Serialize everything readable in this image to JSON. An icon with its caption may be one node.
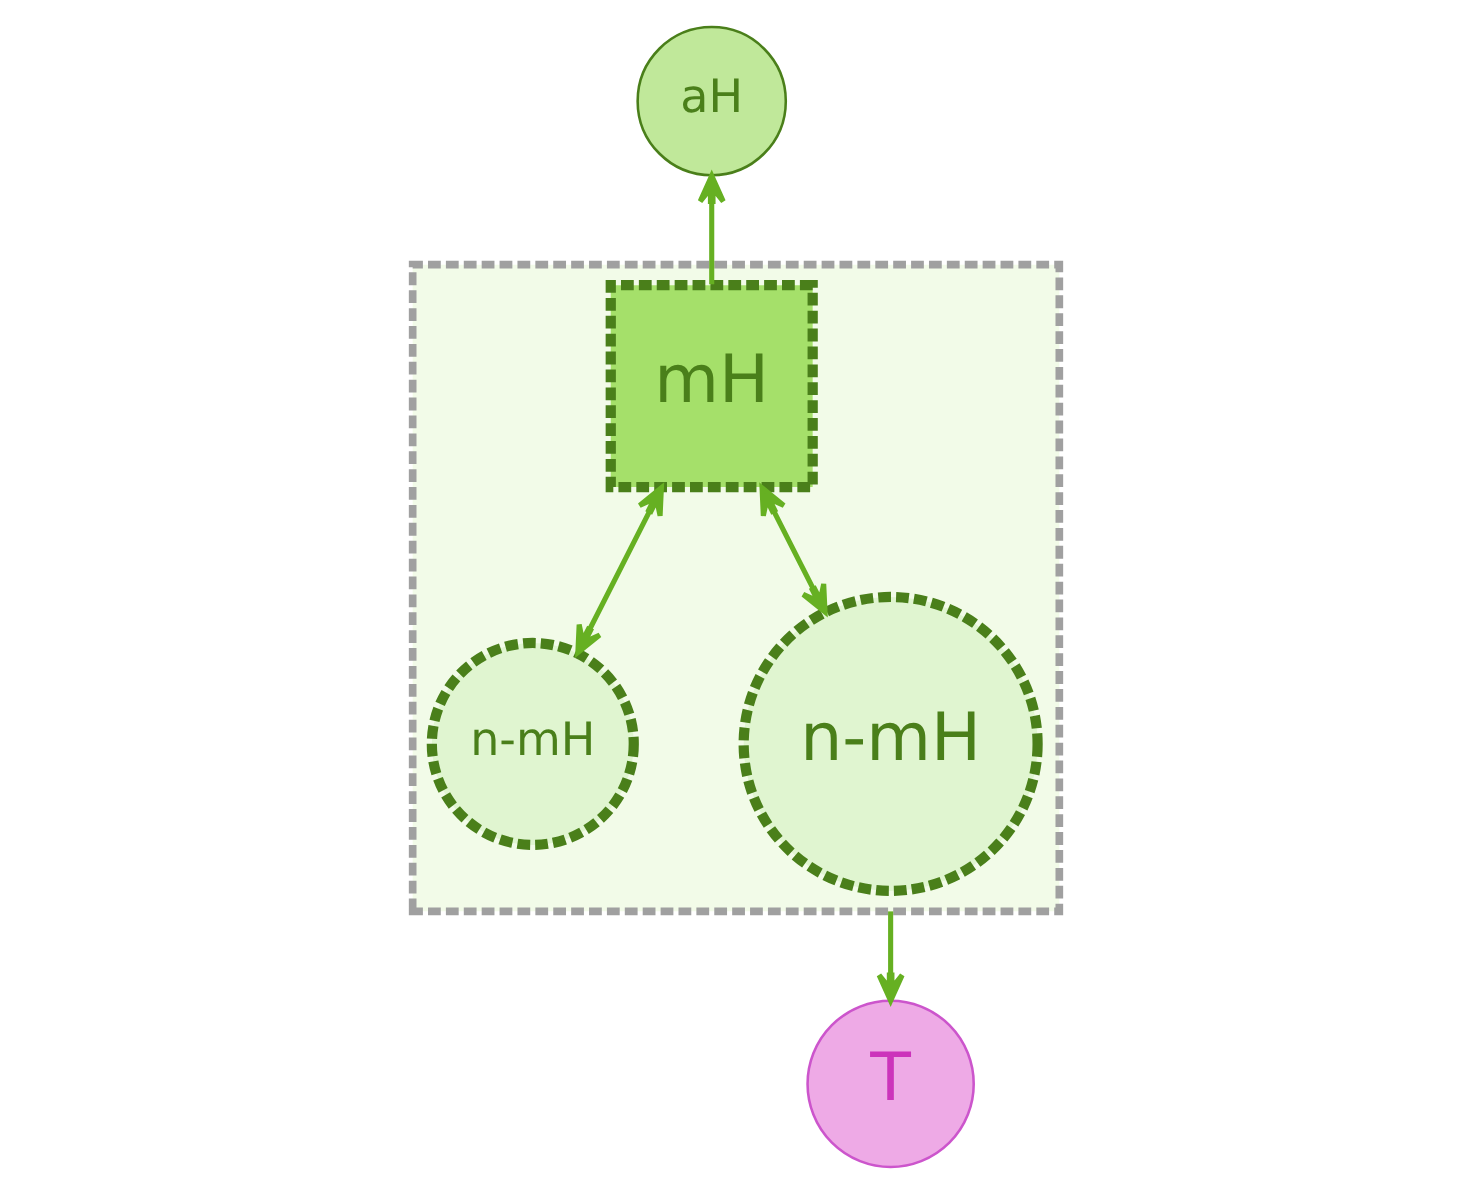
{
  "diagram": {
    "nodes": [
      {
        "text": [
          "aH"
        ]
      },
      {
        "text": [],
        "shape": "box"
      },
      {
        "text": [
          "mH"
        ],
        "in": 1
      },
      {
        "text": [
          "n-mH"
        ],
        "in": 1
      },
      {
        "text": [
          "n-mH"
        ],
        "in": 1
      },
      {
        "text": [
          "T"
        ]
      }
    ],
    "edges": [
      {
        "from": 2,
        "to": 0,
        "arrow": "to"
      },
      {
        "from": 2,
        "to": 3,
        "arrow": "both"
      },
      {
        "from": 2,
        "to": 4,
        "arrow": "both"
      },
      {
        "from": 1,
        "to": 5,
        "arrow": "to"
      }
    ]
  }
}
